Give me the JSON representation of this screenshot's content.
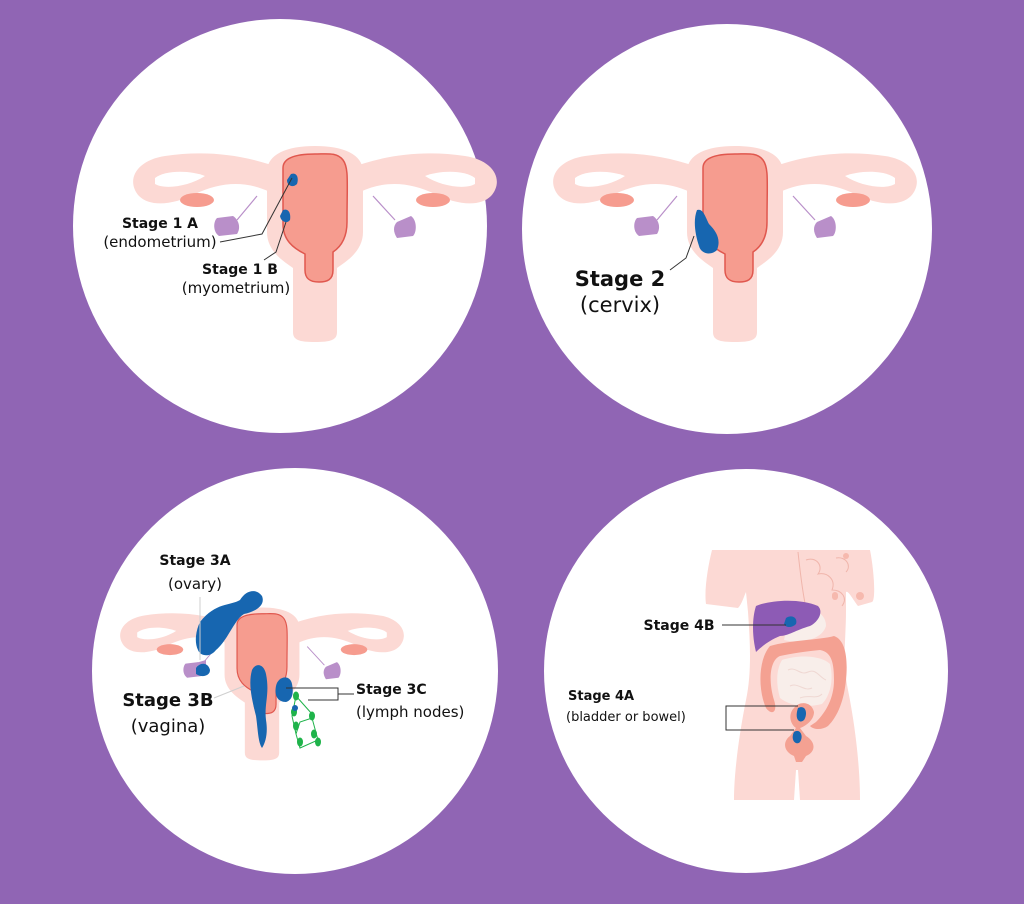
{
  "figure": {
    "colors": {
      "background": "#9065b4",
      "circle": "#ffffff",
      "uterus_tissue": "#fcd9d4",
      "endometrium": "#f69c8f",
      "endometrium_border": "#e0574e",
      "ovary": "#b98fc9",
      "tumor": "#1766b0",
      "lymph": "#1fb34a",
      "liver": "#8d5bb5",
      "bowel": "#f4a192",
      "small_intestine": "#f8eeea"
    },
    "panels": [
      {
        "id": "stage-1",
        "labels": [
          {
            "title": "Stage 1 A",
            "subtitle": "(endometrium)"
          },
          {
            "title": "Stage 1 B",
            "subtitle": "(myometrium)"
          }
        ]
      },
      {
        "id": "stage-2",
        "labels": [
          {
            "title": "Stage 2",
            "subtitle": "(cervix)"
          }
        ]
      },
      {
        "id": "stage-3",
        "labels": [
          {
            "title": "Stage 3A",
            "subtitle": "(ovary)"
          },
          {
            "title": "Stage 3B",
            "subtitle": "(vagina)"
          },
          {
            "title": "Stage 3C",
            "subtitle": "(lymph nodes)"
          }
        ]
      },
      {
        "id": "stage-4",
        "labels": [
          {
            "title": "Stage 4B",
            "subtitle": ""
          },
          {
            "title": "Stage 4A",
            "subtitle": "(bladder or bowel)"
          }
        ]
      }
    ]
  }
}
